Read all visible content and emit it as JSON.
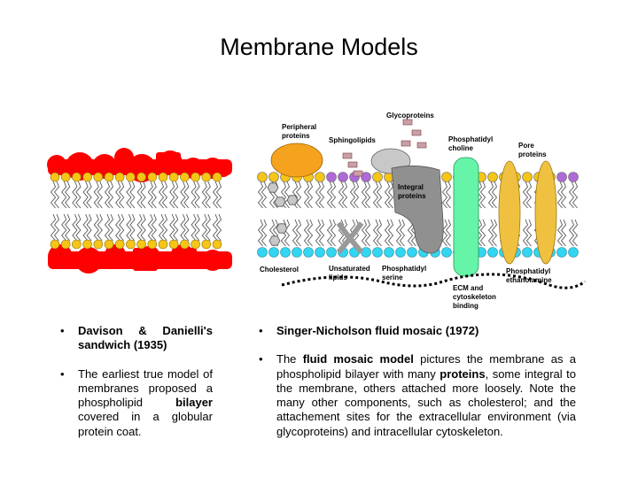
{
  "title": "Membrane Models",
  "diagram_labels": {
    "glycoproteins": "Glycoproteins",
    "peripheral_1": "Peripheral",
    "peripheral_2": "proteins",
    "sphingolipids": "Sphingolipids",
    "phosphatidylcholine_1": "Phosphatidyl",
    "phosphatidylcholine_2": "choline",
    "pore_1": "Pore",
    "pore_2": "proteins",
    "integral_1": "Integral",
    "integral_2": "proteins",
    "cholesterol": "Cholesterol",
    "unsaturated_1": "Unsaturated",
    "unsaturated_2": "lipids",
    "serine_1": "Phosphatidyl",
    "serine_2": "serine",
    "ethanolamine_1": "Phosphatidyl",
    "ethanolamine_2": "ethanolamine",
    "ecm_1": "ECM and",
    "ecm_2": "cytoskeleton",
    "ecm_3": "binding"
  },
  "left_column": {
    "item1": "Davison & Danielli's sandwich (1935)",
    "item2_a": "The earliest true model of membranes proposed a phospholipid ",
    "item2_b": "bilayer",
    "item2_c": " covered in a globular protein coat."
  },
  "right_column": {
    "item1": "Singer-Nicholson fluid mosaic (1972)",
    "item2_a": "The ",
    "item2_b": "fluid mosaic model",
    "item2_c": " pictures the membrane as a phospholipid bilayer with many ",
    "item2_d": "proteins",
    "item2_e": ", some integral to the membrane, others attached more loosely. Note the many other components, such as cholesterol; and the attachement sites for the extracellular environment (via glycoproteins) and intracellular cytoskeleton."
  },
  "colors": {
    "protein_red": "#ff0000",
    "head_yellow": "#f5c518",
    "head_cyan": "#33d6f0",
    "head_purple": "#b06ad8",
    "peripheral_orange": "#f5a21f",
    "integral_gray": "#909090",
    "channel_green": "#66f5a8",
    "pore_gold": "#f0c040"
  }
}
